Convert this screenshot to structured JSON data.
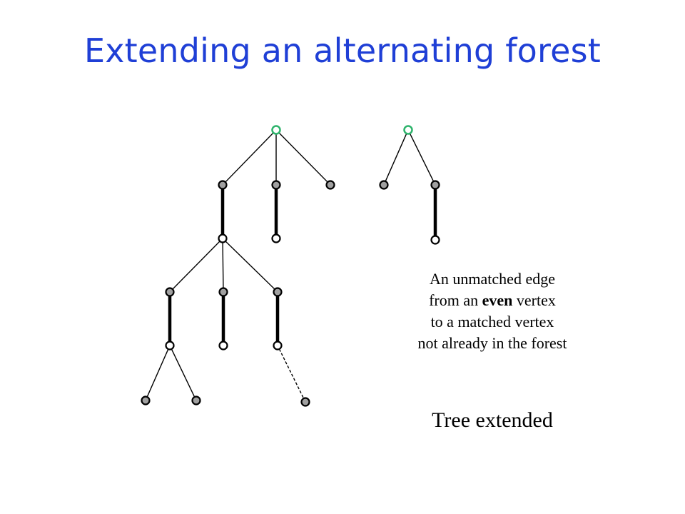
{
  "title": "Extending an alternating forest",
  "caption": {
    "line1": "An unmatched edge",
    "line2_prefix": "from an ",
    "line2_bold": "even",
    "line2_suffix": " vertex",
    "line3": "to a matched vertex",
    "line4": "not already in the forest"
  },
  "status": "Tree extended",
  "colors": {
    "title": "#1f3fd6",
    "root_vertex": "#2db36b",
    "odd_vertex": "#a0a0a0",
    "even_vertex": "#ffffff",
    "edge": "#000000"
  },
  "graph": {
    "vertices": [
      {
        "id": "r1",
        "kind": "root"
      },
      {
        "id": "a1",
        "kind": "odd"
      },
      {
        "id": "a2",
        "kind": "odd"
      },
      {
        "id": "a3",
        "kind": "odd"
      },
      {
        "id": "b1",
        "kind": "even"
      },
      {
        "id": "b2",
        "kind": "even"
      },
      {
        "id": "c1",
        "kind": "odd"
      },
      {
        "id": "c2",
        "kind": "odd"
      },
      {
        "id": "c3",
        "kind": "odd"
      },
      {
        "id": "d1",
        "kind": "even"
      },
      {
        "id": "d2",
        "kind": "even"
      },
      {
        "id": "d3",
        "kind": "even"
      },
      {
        "id": "e1",
        "kind": "odd"
      },
      {
        "id": "e2",
        "kind": "odd"
      },
      {
        "id": "e3",
        "kind": "odd"
      },
      {
        "id": "r2",
        "kind": "root"
      },
      {
        "id": "f1",
        "kind": "odd"
      },
      {
        "id": "f2",
        "kind": "odd"
      },
      {
        "id": "g1",
        "kind": "even"
      }
    ],
    "edges": [
      {
        "from": "r1",
        "to": "a1",
        "type": "unmatched"
      },
      {
        "from": "r1",
        "to": "a2",
        "type": "unmatched"
      },
      {
        "from": "r1",
        "to": "a3",
        "type": "unmatched"
      },
      {
        "from": "a1",
        "to": "b1",
        "type": "matched"
      },
      {
        "from": "a2",
        "to": "b2",
        "type": "matched"
      },
      {
        "from": "b1",
        "to": "c1",
        "type": "unmatched"
      },
      {
        "from": "b1",
        "to": "c2",
        "type": "unmatched"
      },
      {
        "from": "b1",
        "to": "c3",
        "type": "unmatched"
      },
      {
        "from": "c1",
        "to": "d1",
        "type": "matched"
      },
      {
        "from": "c2",
        "to": "d2",
        "type": "matched"
      },
      {
        "from": "c3",
        "to": "d3",
        "type": "matched"
      },
      {
        "from": "d1",
        "to": "e1",
        "type": "unmatched"
      },
      {
        "from": "d1",
        "to": "e2",
        "type": "unmatched"
      },
      {
        "from": "d3",
        "to": "e3",
        "type": "new"
      },
      {
        "from": "r2",
        "to": "f1",
        "type": "unmatched"
      },
      {
        "from": "r2",
        "to": "f2",
        "type": "unmatched"
      },
      {
        "from": "f2",
        "to": "g1",
        "type": "matched"
      }
    ]
  }
}
